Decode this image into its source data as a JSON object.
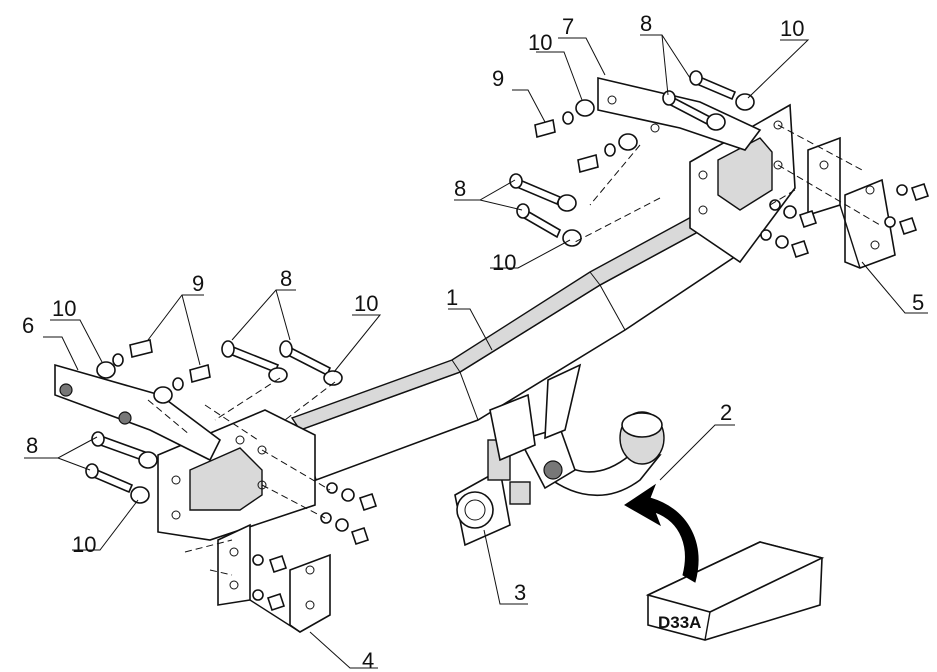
{
  "diagram": {
    "labels": {
      "main_beam": "1",
      "ball_neck": "2",
      "socket_plate": "3",
      "bracket_left": "4",
      "bracket_right": "5",
      "side_plate_left": "6",
      "side_plate_right": "7",
      "bolt_left_top": "8",
      "bolt_left_side": "8",
      "bolt_right_top": "8",
      "bolt_right_side": "8",
      "washer_set_left": "9",
      "washer_set_right": "9",
      "washer_left_a": "10",
      "washer_left_b": "10",
      "washer_left_c": "10",
      "washer_right_a": "10",
      "washer_right_b": "10"
    },
    "kit_box": {
      "code": "D33A"
    }
  }
}
